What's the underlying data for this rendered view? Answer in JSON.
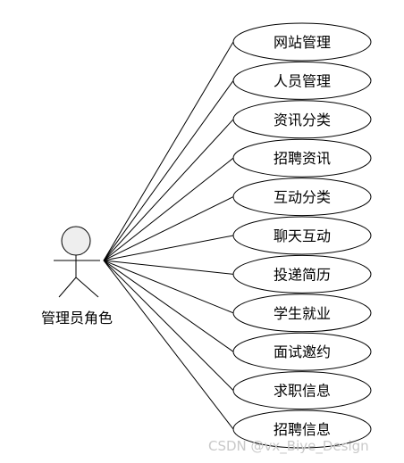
{
  "actor": {
    "label": "管理员角色"
  },
  "use_cases": [
    {
      "label": "网站管理"
    },
    {
      "label": "人员管理"
    },
    {
      "label": "资讯分类"
    },
    {
      "label": "招聘资讯"
    },
    {
      "label": "互动分类"
    },
    {
      "label": "聊天互动"
    },
    {
      "label": "投递简历"
    },
    {
      "label": "学生就业"
    },
    {
      "label": "面试邀约"
    },
    {
      "label": "求职信息"
    },
    {
      "label": "招聘信息"
    }
  ],
  "watermark": "CSDN @vx_Biye_Design",
  "colors": {
    "line": "#000000",
    "ellipse_stroke": "#000000",
    "ellipse_fill": "#ffffff",
    "actor_head_fill": "#eeeeee",
    "watermark": "#c9c9c9"
  }
}
